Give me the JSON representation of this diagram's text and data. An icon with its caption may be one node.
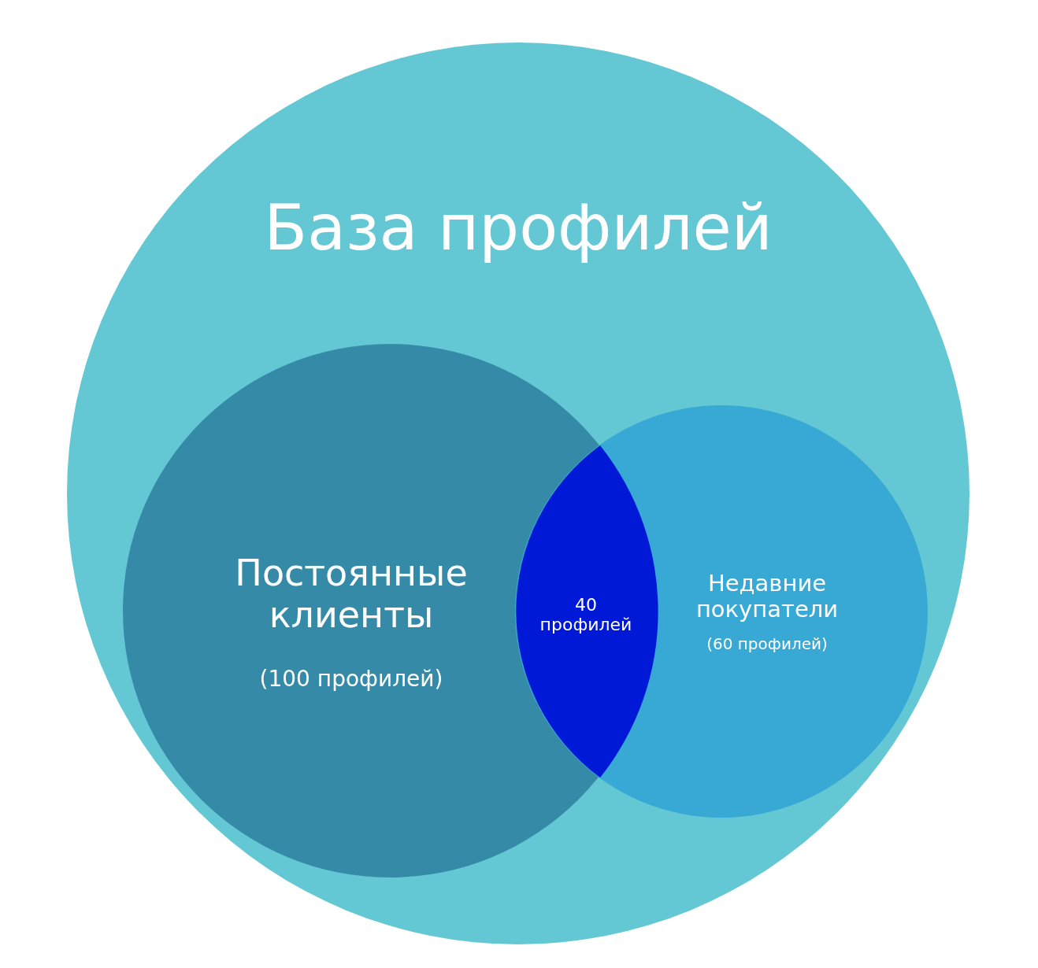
{
  "diagram": {
    "nodes": [
      {
        "text": [
          "База профилей"
        ]
      },
      {
        "text": [
          "Постоянные клиенты",
          "(100 профилей)"
        ],
        "in": 0
      },
      {
        "text": [
          "Недавние покупатели",
          "(60 профилей)"
        ],
        "in": 0
      },
      {
        "text": [
          "40 профилей"
        ]
      }
    ]
  }
}
